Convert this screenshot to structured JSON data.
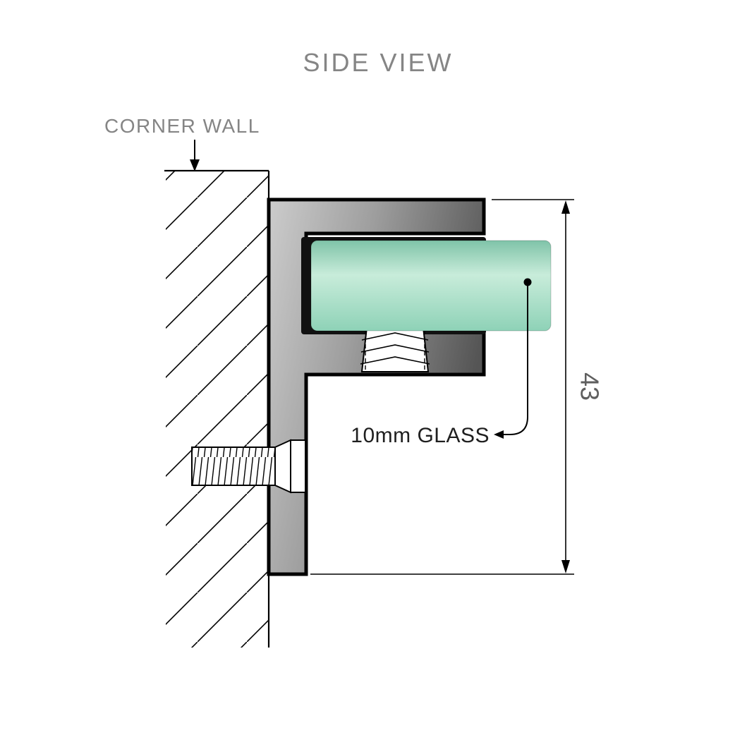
{
  "diagram": {
    "title": "SIDE VIEW",
    "wall_label": "CORNER WALL",
    "glass_label": "10mm GLASS",
    "dimension_value": "43",
    "colors": {
      "text_gray": "#858585",
      "dimension_gray": "#5f5f5f",
      "label_dark": "#1f1f1f",
      "line_black": "#000000",
      "glass_top": "#7fc3a8",
      "glass_light": "#c8ecda",
      "glass_bottom": "#8ed2b7",
      "bracket_light": "#cccccc",
      "bracket_mid": "#9e9e9e",
      "bracket_dark": "#555555"
    }
  }
}
